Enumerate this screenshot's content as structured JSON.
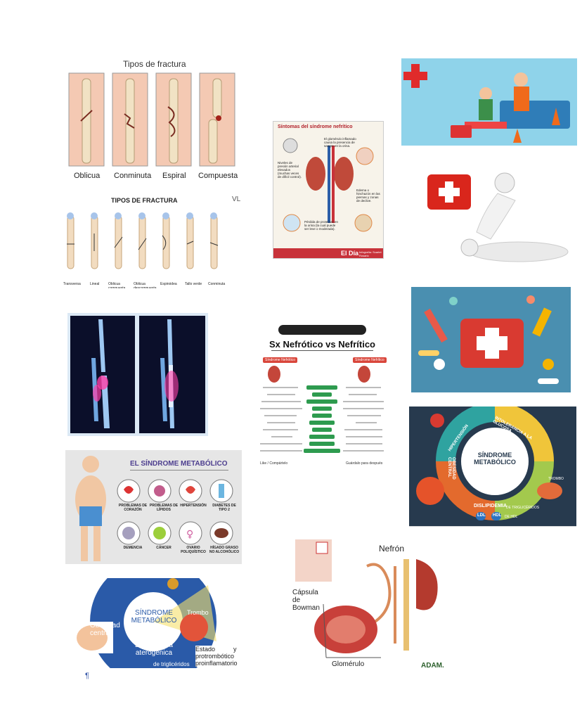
{
  "fractura1": {
    "title": "Tipos de fractura",
    "labels": [
      "Oblicua",
      "Conminuta",
      "Espiral",
      "Compuesta"
    ]
  },
  "fractura2": {
    "title": "TIPOS DE FRACTURA",
    "corner": "VL",
    "labels": [
      "Transversa",
      "Lineal",
      "Oblicua compuesta",
      "Oblicua descompuesta",
      "Espiroidea",
      "Tallo verde",
      "Conminuta"
    ]
  },
  "nefritico": {
    "title": "Síntomas del síndrome nefrítico",
    "notes": [
      "El glomérulo inflamado causa la presencia de sangre en la orina.",
      "Niveles de presión arterial elevados (muchas veces de difícil control).",
      "Edema o hinchazón en las piernas y zonas de declive.",
      "Pérdida de proteínas en la orina (la cual puede ser leve o moderada)."
    ],
    "brand": "El Día",
    "credit": "Infografía: Scarlet Rosario"
  },
  "sx": {
    "title": "Sx Nefrótico vs Nefrítico",
    "left_label": "Síndrome Nefrótico",
    "right_label": "Síndrome Nefrítico",
    "footer_left": "Like / Compártelo",
    "footer_right": "Guárdalo para después"
  },
  "metabolico": {
    "title": "EL SÍNDROME METABÓLICO",
    "items": [
      "PROBLEMAS DE CORAZÓN",
      "PROBLEMAS DE LÍPIDOS",
      "HIPERTENSIÓN",
      "DIABETES DE TIPO 2",
      "DEMENCIA",
      "CÁNCER",
      "OVARIO POLIQUÍSTICO",
      "HÍGADO GRASO NO ALCOHÓLICO"
    ]
  },
  "wheel": {
    "center": "SÍNDROME METABÓLICO",
    "segments": [
      "HIPERTENSIÓN",
      "INTOLERANCIA A LA GLUCOSA",
      "DISLIPIDEMIA",
      "OBESIDAD CENTRAL"
    ],
    "trombo": "TROMBO",
    "trig": "DE TRIGLICÉRIDOS",
    "hdl_text": "DE HDL",
    "ldl": "LDL",
    "hdl": "HDL"
  },
  "wheel2": {
    "center": "SÍNDROME METABÓLICO",
    "obesidad": "Obesidad central",
    "trombo": "Trombo",
    "dislipidemia": "Dislipidemia aterogénica",
    "trig": "de triglicéridos",
    "estado": "Estado protrombótico proinflamatorio",
    "y": "y"
  },
  "nefron": {
    "nefron": "Nefrón",
    "capsula": "Cápsula de Bowman",
    "glomerulo": "Glomérulo",
    "adam": "ADAM."
  },
  "pilcrow": "¶"
}
